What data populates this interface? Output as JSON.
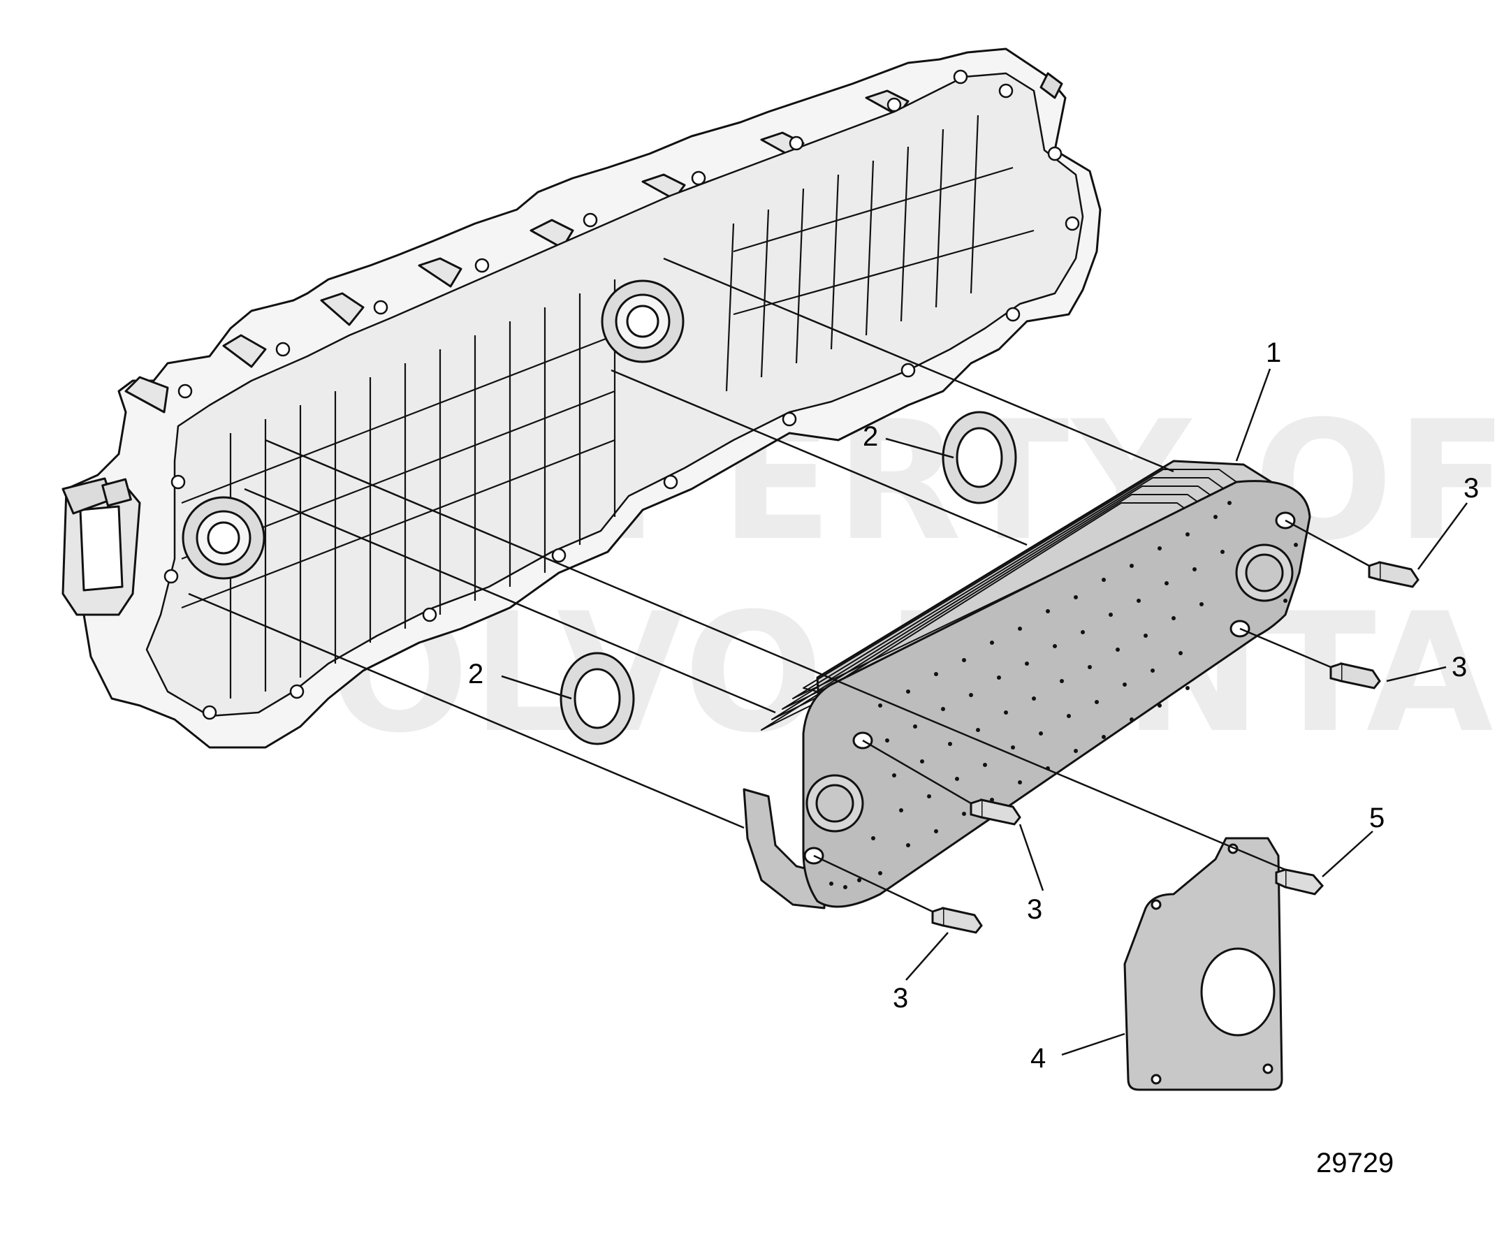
{
  "watermark": {
    "line1": "PROPERTY OF",
    "line2": "VOLVO PENTA"
  },
  "figure_number": "29729",
  "callouts": {
    "c1": "1",
    "c2a": "2",
    "c2b": "2",
    "c3a": "3",
    "c3b": "3",
    "c3c": "3",
    "c3d": "3",
    "c4": "4",
    "c5": "5"
  },
  "colors": {
    "line": "#111111",
    "part_fill": "#f5f5f5",
    "part_shade": "#dcdcdc",
    "plate_fill": "#c8c8c8",
    "cooler_fill": "#bdbdbd",
    "watermark": "#ececec"
  }
}
